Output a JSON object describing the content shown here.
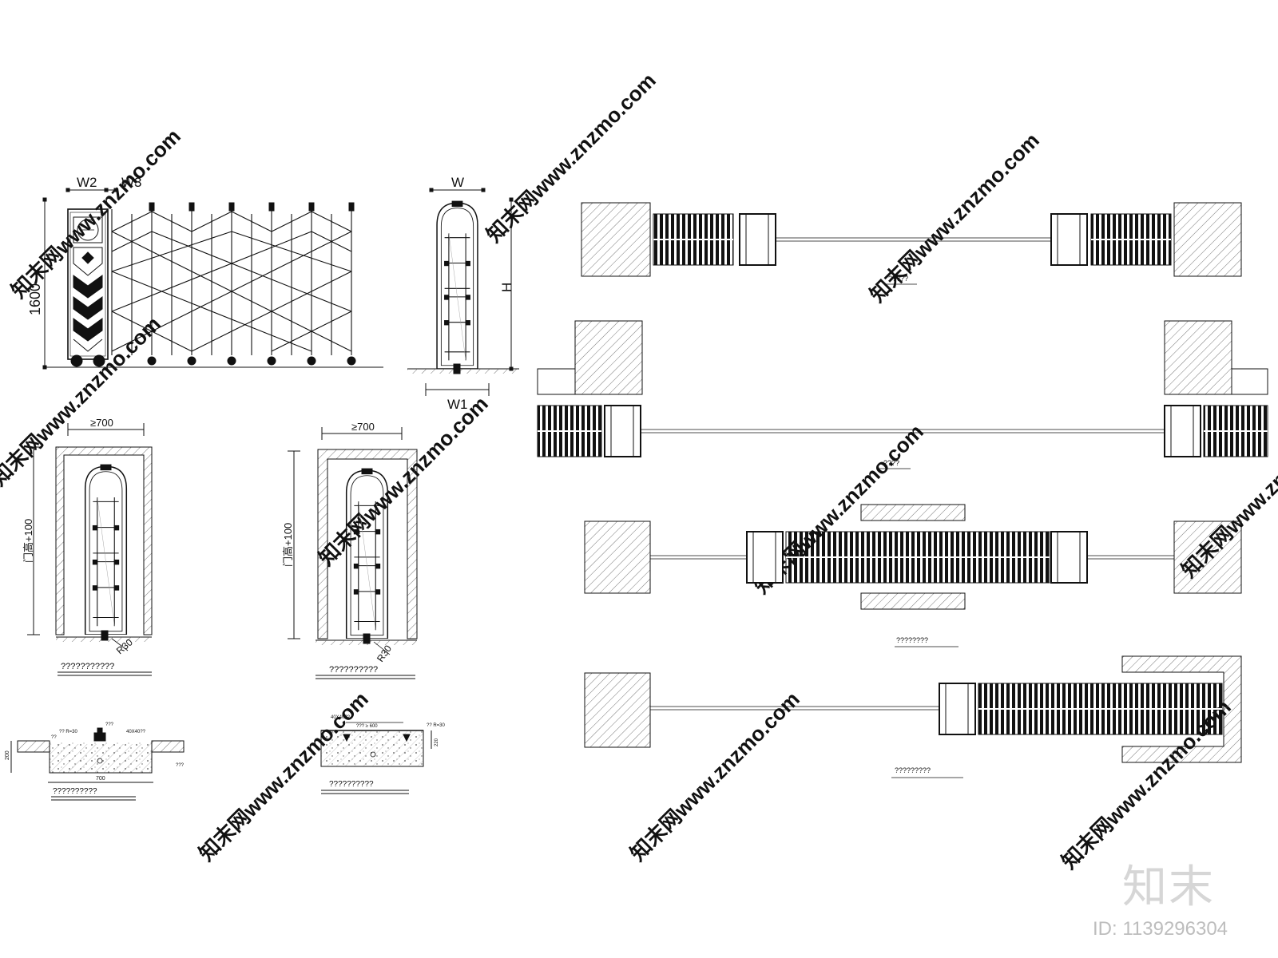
{
  "drawing": {
    "elevation": {
      "w2": "W2",
      "w3": "W3",
      "height": "1600"
    },
    "side_view": {
      "w": "W",
      "w1": "W1",
      "h": "H"
    },
    "door_views": [
      {
        "width": "≥700",
        "height": "门高+100",
        "radius": "R30",
        "caption": "???????????"
      },
      {
        "width": "≥700",
        "height": "门高+100",
        "radius": "R30",
        "caption": "??????????"
      }
    ],
    "sections": [
      {
        "caption": "??????????",
        "width": "700",
        "depth": "200",
        "labels": [
          "?? R=30",
          "???",
          "40X40??",
          "??",
          "???"
        ]
      },
      {
        "caption": "??????????",
        "depth": "220",
        "labels": [
          "40X40??",
          "??? ≥ 600",
          "?? R=30"
        ]
      }
    ],
    "plans": [
      {
        "caption": "?????"
      },
      {
        "caption": "????"
      },
      {
        "caption": "????????"
      },
      {
        "caption": "?????????"
      }
    ]
  },
  "watermark": {
    "site": "知末网www.znzmo.com",
    "brand": "知末",
    "id": "ID: 1139296304"
  },
  "colors": {
    "line": "#111111",
    "hatch": "#444444",
    "watermark": "#d9d9d9"
  }
}
